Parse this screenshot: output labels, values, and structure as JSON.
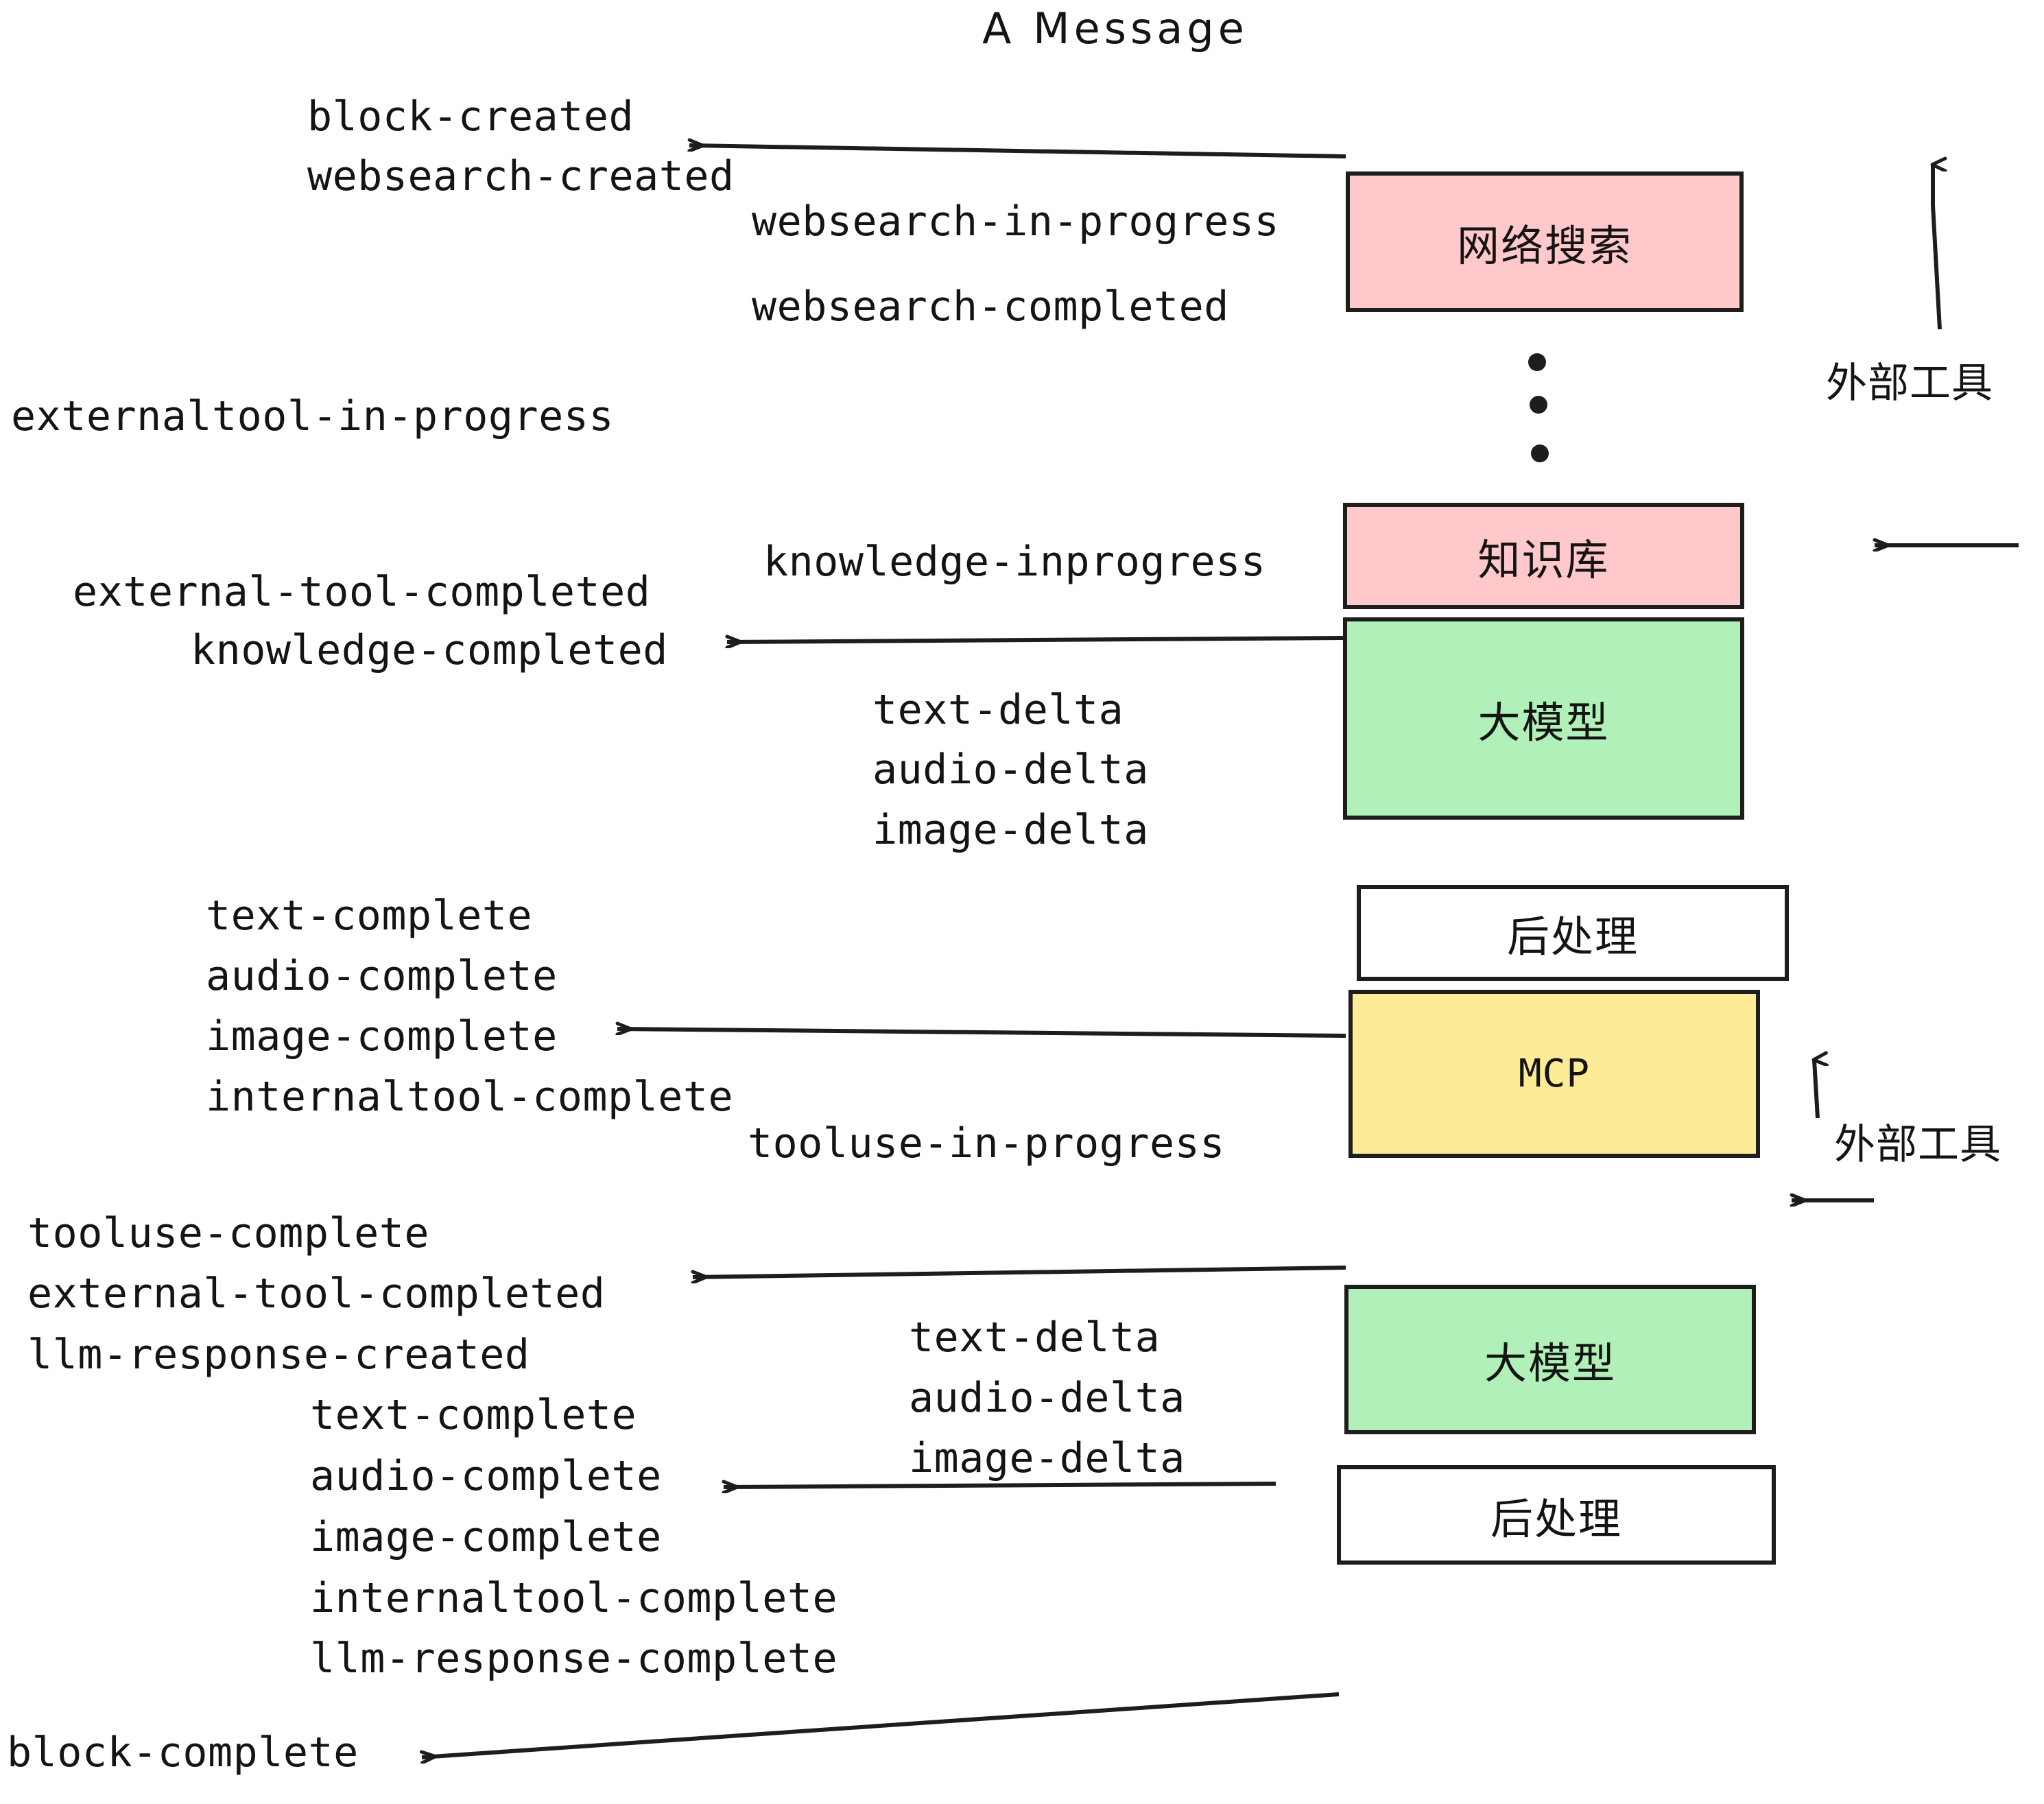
{
  "title": "A Message",
  "colors": {
    "websearch_box": "#FFC9CB",
    "knowledge_box": "#FFC9CB",
    "llm_box": "#B1F0B8",
    "postprocess_box": "#FFFFFF",
    "mcp_box": "#FDEB95",
    "stroke": "#1d1d1d",
    "text": "#141414",
    "background": "#FFFFFF"
  },
  "boxes": [
    {
      "id": "websearch",
      "label": "网络搜索",
      "fill": "#FFC9CB"
    },
    {
      "id": "knowledge",
      "label": "知识库",
      "fill": "#FFC9CB"
    },
    {
      "id": "llm-1",
      "label": "大模型",
      "fill": "#B1F0B8"
    },
    {
      "id": "postprocess-1",
      "label": "后处理",
      "fill": "#FFFFFF"
    },
    {
      "id": "mcp",
      "label": "MCP",
      "fill": "#FDEB95"
    },
    {
      "id": "llm-2",
      "label": "大模型",
      "fill": "#B1F0B8"
    },
    {
      "id": "postprocess-2",
      "label": "后处理",
      "fill": "#FFFFFF"
    }
  ],
  "side_labels": [
    {
      "id": "external-tools-top",
      "text": "外部工具"
    },
    {
      "id": "external-tools-bottom",
      "text": "外部工具"
    }
  ],
  "events": [
    {
      "id": "block-created",
      "text": "block-created"
    },
    {
      "id": "websearch-created",
      "text": "websearch-created"
    },
    {
      "id": "websearch-in-progress",
      "text": "websearch-in-progress"
    },
    {
      "id": "websearch-completed",
      "text": "websearch-completed"
    },
    {
      "id": "externaltool-in-progress",
      "text": "externaltool-in-progress"
    },
    {
      "id": "knowledge-inprogress",
      "text": "knowledge-inprogress"
    },
    {
      "id": "external-tool-completed-1",
      "text": "external-tool-completed"
    },
    {
      "id": "knowledge-completed",
      "text": "knowledge-completed"
    },
    {
      "id": "text-delta-1",
      "text": "text-delta"
    },
    {
      "id": "audio-delta-1",
      "text": "audio-delta"
    },
    {
      "id": "image-delta-1",
      "text": "image-delta"
    },
    {
      "id": "text-complete-1",
      "text": "text-complete"
    },
    {
      "id": "audio-complete-1",
      "text": "audio-complete"
    },
    {
      "id": "image-complete-1",
      "text": "image-complete"
    },
    {
      "id": "internaltool-complete-1",
      "text": "internaltool-complete"
    },
    {
      "id": "tooluse-in-progress",
      "text": "tooluse-in-progress"
    },
    {
      "id": "tooluse-complete",
      "text": "tooluse-complete"
    },
    {
      "id": "external-tool-completed-2",
      "text": "external-tool-completed"
    },
    {
      "id": "llm-response-created",
      "text": "llm-response-created"
    },
    {
      "id": "text-delta-2",
      "text": "text-delta"
    },
    {
      "id": "audio-delta-2",
      "text": "audio-delta"
    },
    {
      "id": "image-delta-2",
      "text": "image-delta"
    },
    {
      "id": "text-complete-2",
      "text": "text-complete"
    },
    {
      "id": "audio-complete-2",
      "text": "audio-complete"
    },
    {
      "id": "image-complete-2",
      "text": "image-complete"
    },
    {
      "id": "internaltool-complete-2",
      "text": "internaltool-complete"
    },
    {
      "id": "llm-response-complete",
      "text": "llm-response-complete"
    },
    {
      "id": "block-complete",
      "text": "block-complete"
    }
  ],
  "ellipsis": {
    "id": "vertical-ellipsis",
    "dots": 3
  }
}
